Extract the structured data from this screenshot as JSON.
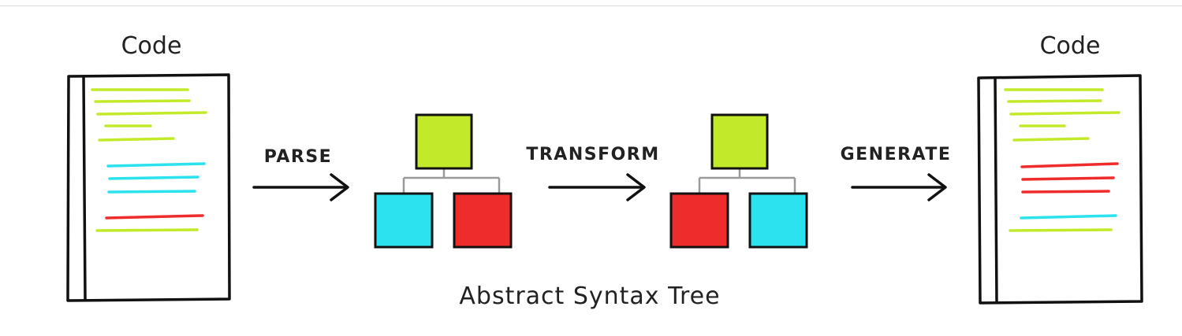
{
  "diagram": {
    "source_title": "Code",
    "target_title": "Code",
    "steps": {
      "parse": "PARSE",
      "transform": "TRANSFORM",
      "generate": "GENERATE"
    },
    "ast_caption": "Abstract Syntax Tree"
  },
  "colors": {
    "green": "#c2ea2a",
    "cyan": "#2ce2ee",
    "red": "#ef2c2c",
    "ink": "#111111",
    "connector": "#9a9a9a"
  },
  "source_code_lines": [
    "green",
    "green",
    "green",
    "green",
    "green",
    "cyan",
    "cyan",
    "cyan",
    "red",
    "green"
  ],
  "target_code_lines": [
    "green",
    "green",
    "green",
    "green",
    "green",
    "red",
    "red",
    "red",
    "cyan",
    "green"
  ],
  "ast_before": {
    "root": "green",
    "left": "cyan",
    "right": "red"
  },
  "ast_after": {
    "root": "green",
    "left": "red",
    "right": "cyan"
  }
}
